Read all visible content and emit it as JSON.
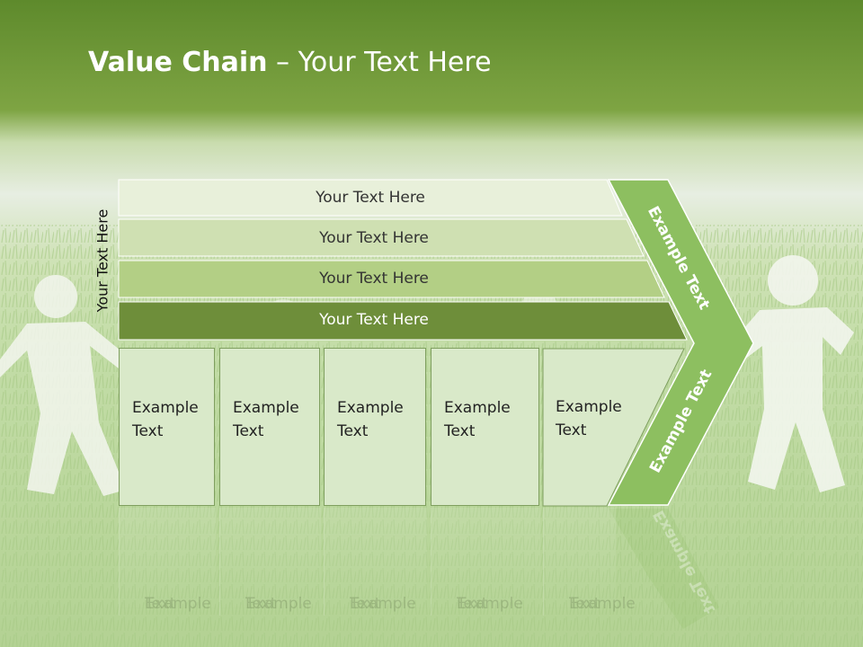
{
  "slide": {
    "title_bold": "Value Chain",
    "title_rest": " – Your Text Here",
    "side_label": "Your Text Here",
    "bars": [
      {
        "label": "Your Text Here"
      },
      {
        "label": "Your Text Here"
      },
      {
        "label": "Your Text Here"
      },
      {
        "label": "Your Text Here"
      }
    ],
    "boxes": [
      {
        "line1": "Example",
        "line2": "Text"
      },
      {
        "line1": "Example",
        "line2": "Text"
      },
      {
        "line1": "Example",
        "line2": "Text"
      },
      {
        "line1": "Example",
        "line2": "Text"
      },
      {
        "line1": "Example",
        "line2": "Text"
      }
    ],
    "chevron": {
      "upper_text": "Example Text",
      "lower_text": "Example Text"
    }
  },
  "colors": {
    "header_green": "#6f9838",
    "bar1": "#e8f0da",
    "bar2": "#cfe0b2",
    "bar3": "#b3cf85",
    "bar4": "#6e8e3a",
    "chevron": "#8dbf60",
    "box": "#d9e9c9"
  }
}
